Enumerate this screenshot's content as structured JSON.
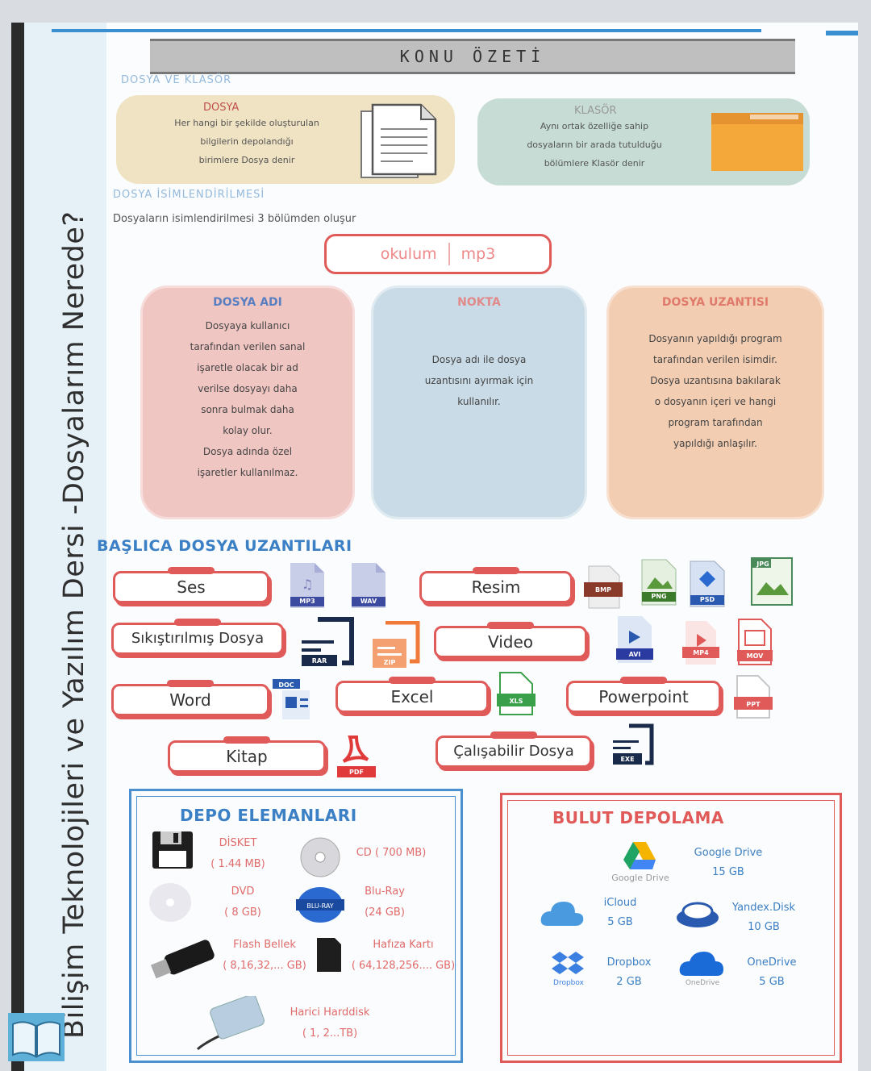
{
  "sidebar_title": "Bilişim Teknolojileri ve Yazılım Dersi -Dosyalarım Nerede?",
  "header": {
    "title": "KONU ÖZETİ"
  },
  "sections": {
    "dosya_klasor": "DOSYA VE KLASÖR",
    "dosya_isim": "DOSYA İSİMLENDİRİLMESİ",
    "isim_intro": "Dosyaların isimlendirilmesi 3 bölümden oluşur"
  },
  "dosya_box": {
    "title": "DOSYA",
    "line1": "Her hangi bir şekilde oluşturulan",
    "line2": "bilgilerin depolandığı",
    "line3": "birimlere Dosya denir"
  },
  "klasor_box": {
    "title": "KLASÖR",
    "line1": "Aynı ortak özelliğe sahip",
    "line2": "dosyaların bir arada tutulduğu",
    "line3": "bölümlere Klasör denir"
  },
  "example": {
    "name": "okulum",
    "ext": "mp3"
  },
  "columns": [
    {
      "title": "DOSYA ADI",
      "lines": [
        "Dosyaya kullanıcı",
        "tarafından verilen sanal",
        "işaretle olacak bir ad",
        "verilse dosyayı daha",
        "sonra bulmak daha",
        "kolay olur.",
        "Dosya adında özel",
        "işaretler kullanılmaz."
      ]
    },
    {
      "title": "NOKTA",
      "lines": [
        "Dosya adı ile dosya",
        "uzantısını ayırmak için",
        "kullanılır."
      ]
    },
    {
      "title": "DOSYA UZANTISI",
      "lines": [
        "Dosyanın yapıldığı program",
        "tarafından verilen isimdir.",
        "Dosya uzantısına bakılarak",
        "o dosyanın içeri ve hangi",
        "program tarafından",
        "yapıldığı anlaşılır."
      ]
    }
  ],
  "extensions_heading": "BAŞLICA DOSYA UZANTILARI",
  "categories": {
    "ses": "Ses",
    "resim": "Resim",
    "sikistirilmis": "Sıkıştırılmış Dosya",
    "video": "Video",
    "word": "Word",
    "excel": "Excel",
    "powerpoint": "Powerpoint",
    "kitap": "Kitap",
    "calistirilabilir": "Çalışabilir Dosya"
  },
  "file_icons": {
    "mp3": "MP3",
    "wav": "WAV",
    "bmp": "BMP",
    "png": "PNG",
    "psd": "PSD",
    "jpg": "JPG",
    "rar": "RAR",
    "zip": "ZIP",
    "avi": "AVI",
    "mp4": "MP4",
    "mov": "MOV",
    "doc": "DOC",
    "xls": "XLS",
    "ppt": "PPT",
    "pdf": "PDF",
    "exe": "EXE"
  },
  "depo": {
    "title": "DEPO ELEMANLARI",
    "items": [
      {
        "name": "DİSKET",
        "size": "( 1.44 MB)"
      },
      {
        "name": "CD",
        "size": "( 700 MB)"
      },
      {
        "name": "DVD",
        "size": "( 8 GB)"
      },
      {
        "name": "Blu-Ray",
        "size": "(24 GB)"
      },
      {
        "name": "Flash Bellek",
        "size": "( 8,16,32,... GB)"
      },
      {
        "name": "Hafıza Kartı",
        "size": "( 64,128,256.... GB)"
      },
      {
        "name": "Harici Harddisk",
        "size": "( 1, 2...TB)"
      }
    ],
    "bluray_badge": "BLU-RAY"
  },
  "bulut": {
    "title": "BULUT DEPOLAMA",
    "items": [
      {
        "name": "Google Drive",
        "size": "15 GB",
        "logo_text": "Google Drive"
      },
      {
        "name": "iCloud",
        "size": "5 GB"
      },
      {
        "name": "Yandex.Disk",
        "size": "10 GB"
      },
      {
        "name": "Dropbox",
        "size": "2 GB",
        "logo_text": "Dropbox"
      },
      {
        "name": "OneDrive",
        "size": "5 GB",
        "logo_text": "OneDrive"
      }
    ]
  },
  "colors": {
    "accent_red": "#e05a5a",
    "accent_blue": "#3b7fc4",
    "box_tan": "#efe3c3",
    "box_green": "#c6dcd5",
    "col_pink": "#f0c6c3",
    "col_blue": "#c9dbe6",
    "col_orange": "#f2cdb2"
  }
}
